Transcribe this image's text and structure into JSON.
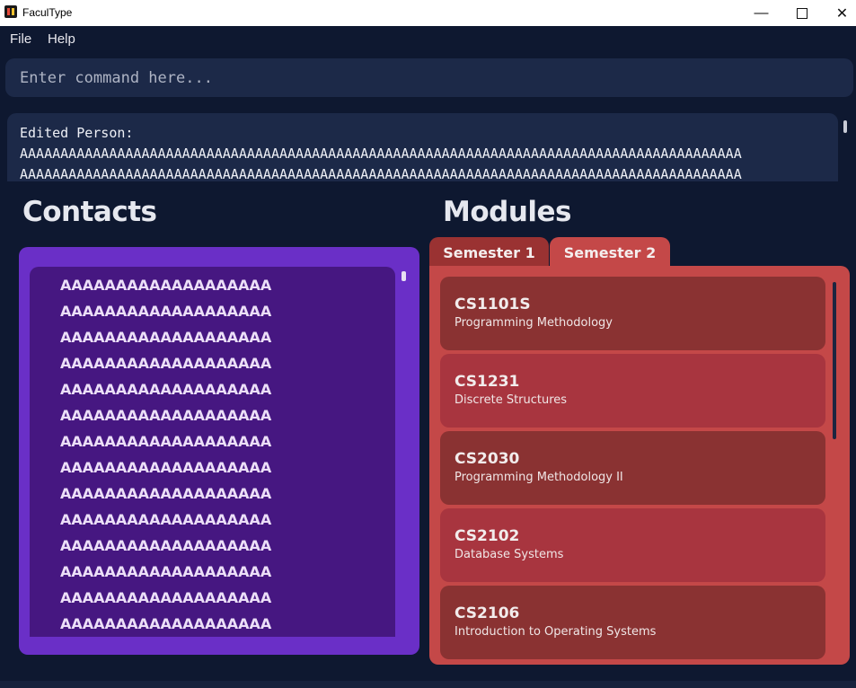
{
  "window": {
    "title": "FaculType"
  },
  "menu": {
    "items": [
      "File",
      "Help"
    ]
  },
  "command": {
    "placeholder": "Enter command here..."
  },
  "result": {
    "text": "Edited Person:\nAAAAAAAAAAAAAAAAAAAAAAAAAAAAAAAAAAAAAAAAAAAAAAAAAAAAAAAAAAAAAAAAAAAAAAAAAAAAAAAAAAAAAAAAA\nAAAAAAAAAAAAAAAAAAAAAAAAAAAAAAAAAAAAAAAAAAAAAAAAAAAAAAAAAAAAAAAAAAAAAAAAAAAAAAAAAAAAAAAAA"
  },
  "contacts": {
    "title": "Contacts",
    "names": [
      "AAAAAAAAAAAAAAAAAAA",
      "AAAAAAAAAAAAAAAAAAA",
      "AAAAAAAAAAAAAAAAAAA",
      "AAAAAAAAAAAAAAAAAAA",
      "AAAAAAAAAAAAAAAAAAA",
      "AAAAAAAAAAAAAAAAAAA",
      "AAAAAAAAAAAAAAAAAAA",
      "AAAAAAAAAAAAAAAAAAA",
      "AAAAAAAAAAAAAAAAAAA",
      "AAAAAAAAAAAAAAAAAAA",
      "AAAAAAAAAAAAAAAAAAA",
      "AAAAAAAAAAAAAAAAAAA",
      "AAAAAAAAAAAAAAAAAAA",
      "AAAAAAAAAAAAAAAAAAA"
    ]
  },
  "modules": {
    "title": "Modules",
    "tabs": [
      {
        "label": "Semester 1",
        "selected": false
      },
      {
        "label": "Semester 2",
        "selected": true
      }
    ],
    "items": [
      {
        "code": "CS1101S",
        "name": "Programming Methodology"
      },
      {
        "code": "CS1231",
        "name": "Discrete Structures"
      },
      {
        "code": "CS2030",
        "name": "Programming Methodology II"
      },
      {
        "code": "CS2102",
        "name": "Database Systems"
      },
      {
        "code": "CS2106",
        "name": "Introduction to Operating Systems"
      }
    ]
  },
  "colors": {
    "background": "#0e1830",
    "contacts_panel": "#6a2fc7",
    "contacts_list": "#461781",
    "modules_panel": "#c44848",
    "module_card_dark": "#8a3232",
    "module_card_light": "#a8353f"
  }
}
